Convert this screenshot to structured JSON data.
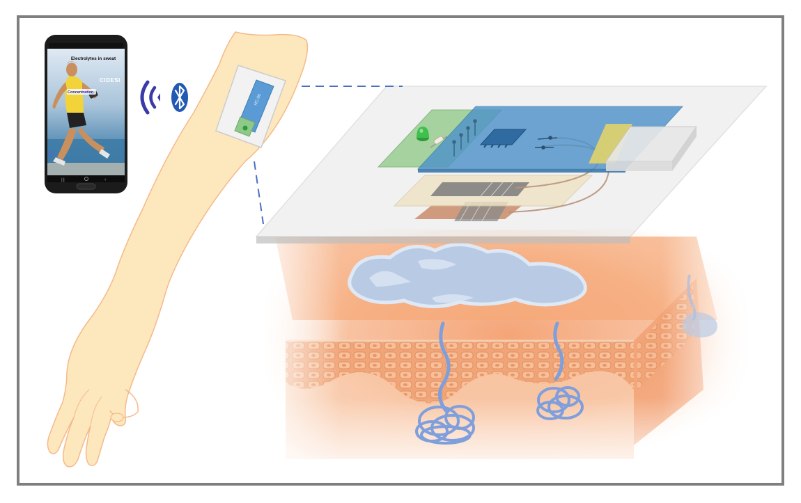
{
  "phone": {
    "app_title": "Electrolytes in sweat",
    "brand": "CIDESI",
    "concentration_label": "Concentration"
  },
  "sensor_module": {
    "label": "HC-06"
  },
  "wireless": {
    "bluetooth_icon": "bluetooth-icon",
    "signal_icon": "wireless-signal-icon"
  },
  "colors": {
    "frame": "#7f7f7f",
    "arm_skin": "#fde7bd",
    "arm_outline": "#f5b98a",
    "pcb_blue": "#4f93c9",
    "pcb_green": "#8fc98a",
    "dash_line": "#4a6fbf",
    "skin_orange": "#f6b386",
    "sweat_blue": "#8aa8dc",
    "bluetooth_blue": "#2159b3",
    "wave_purple": "#3a3aa8"
  }
}
